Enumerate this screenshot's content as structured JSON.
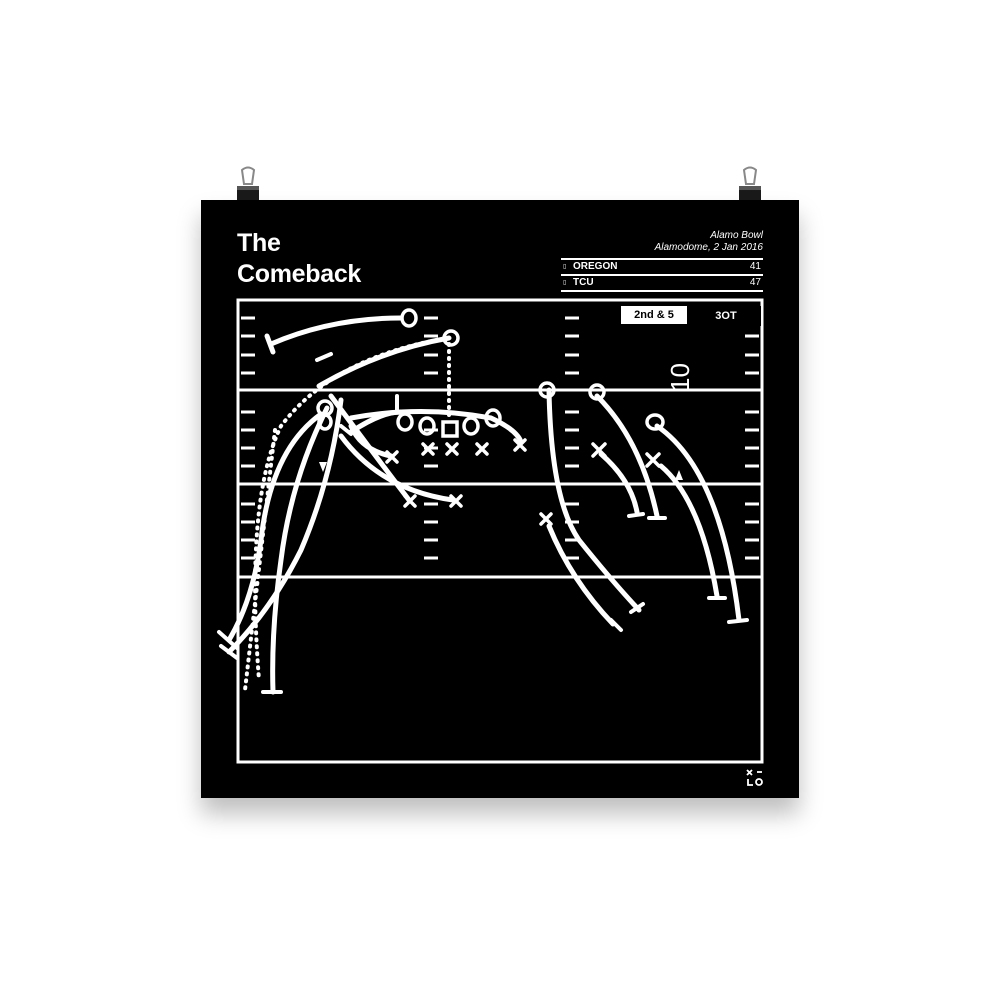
{
  "poster": {
    "title_line1": "The",
    "title_line2": "Comeback",
    "game_name": "Alamo Bowl",
    "venue_date": "Alamodome, 2 Jan 2016",
    "teams": [
      {
        "mark": "▯",
        "name": "OREGON",
        "score": "41"
      },
      {
        "mark": "▯",
        "name": "TCU",
        "score": "47"
      }
    ],
    "down_distance": "2nd & 5",
    "period": "3OT",
    "yard_marker": "10"
  },
  "icons": {
    "clip": "binder-clip-icon",
    "logo": "xo-logo-icon"
  },
  "colors": {
    "poster_bg": "#000000",
    "ink": "#ffffff"
  }
}
